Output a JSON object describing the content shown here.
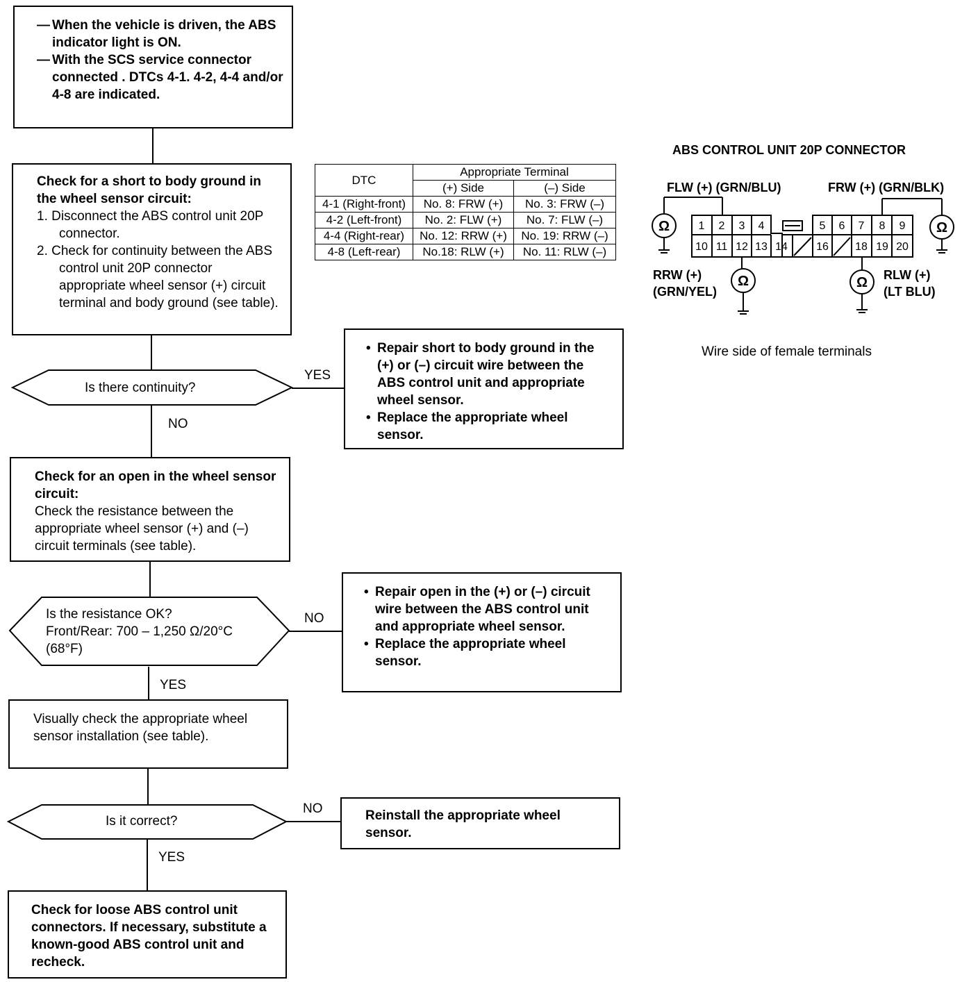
{
  "start_box": {
    "items": [
      "When the vehicle is driven, the ABS indicator light is ON.",
      "With the SCS service connector connected . DTCs 4-1. 4-2, 4-4 and/or 4-8 are indicated."
    ]
  },
  "step1": {
    "heading": "Check for a short to body ground in the wheel sensor circuit:",
    "steps": [
      "1. Disconnect the ABS control unit 20P connector.",
      "2. Check for continuity between the ABS control unit 20P connector appropriate wheel sensor (+) circuit terminal and body ground (see table)."
    ]
  },
  "decision1": {
    "question": "Is there continuity?",
    "yes": "YES",
    "no": "NO"
  },
  "repair1": {
    "items": [
      "Repair short to body ground in the (+) or (–) circuit wire between the ABS control unit and appropriate wheel sensor.",
      "Replace the appropriate wheel sensor."
    ]
  },
  "step2": {
    "heading": "Check for an open in the wheel sensor circuit:",
    "body": "Check the resistance between the appropriate wheel sensor (+) and (–) circuit terminals (see table)."
  },
  "decision2": {
    "question": "Is the resistance OK?",
    "detail": "Front/Rear: 700 – 1,250 Ω/20°C (68°F)",
    "yes": "YES",
    "no": "NO"
  },
  "repair2": {
    "items": [
      "Repair open in the (+) or (–) circuit wire between the ABS control unit and appropriate wheel sensor.",
      "Replace the appropriate wheel sensor."
    ]
  },
  "step3": {
    "text": "Visually check the appropriate wheel sensor installation (see table)."
  },
  "decision3": {
    "question": "Is it correct?",
    "yes": "YES",
    "no": "NO"
  },
  "repair3": {
    "text": "Reinstall the appropriate wheel sensor."
  },
  "final": {
    "text": "Check for loose ABS control unit connectors. If necessary, substitute a known-good ABS control unit and recheck."
  },
  "dtc_table": {
    "header_dtc": "DTC",
    "header_terminal": "Appropriate Terminal",
    "header_plus": "(+) Side",
    "header_minus": "(–) Side",
    "rows": [
      [
        "4-1 (Right-front)",
        "No. 8: FRW (+)",
        "No. 3: FRW (–)"
      ],
      [
        "4-2 (Left-front)",
        "No. 2: FLW (+)",
        "No. 7: FLW (–)"
      ],
      [
        "4-4 (Right-rear)",
        "No. 12: RRW (+)",
        "No. 19: RRW (–)"
      ],
      [
        "4-8 (Left-rear)",
        "No.18: RLW (+)",
        "No. 11: RLW (–)"
      ]
    ]
  },
  "connector": {
    "title": "ABS CONTROL UNIT 20P CONNECTOR",
    "flw": "FLW (+) (GRN/BLU)",
    "frw": "FRW (+) (GRN/BLK)",
    "rrw": "RRW (+)\n(GRN/YEL)",
    "rlw": "RLW (+)\n(LT BLU)",
    "ohm": "Ω",
    "top_pins": [
      "1",
      "2",
      "3",
      "4",
      "5",
      "6",
      "7",
      "8",
      "9"
    ],
    "bottom_pins": [
      "10",
      "11",
      "12",
      "13",
      "14",
      "16",
      "18",
      "19",
      "20"
    ],
    "note": "Wire side of female terminals"
  }
}
